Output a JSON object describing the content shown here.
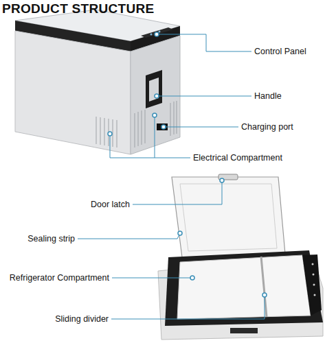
{
  "diagram": {
    "title": "PRODUCT STRUCTURE",
    "labels": [
      "Control Panel",
      "Handle",
      "Charging port",
      "Electrical Compartment",
      "Door latch",
      "Sealing strip",
      "Refrigerator Compartment",
      "Sliding divider"
    ]
  }
}
